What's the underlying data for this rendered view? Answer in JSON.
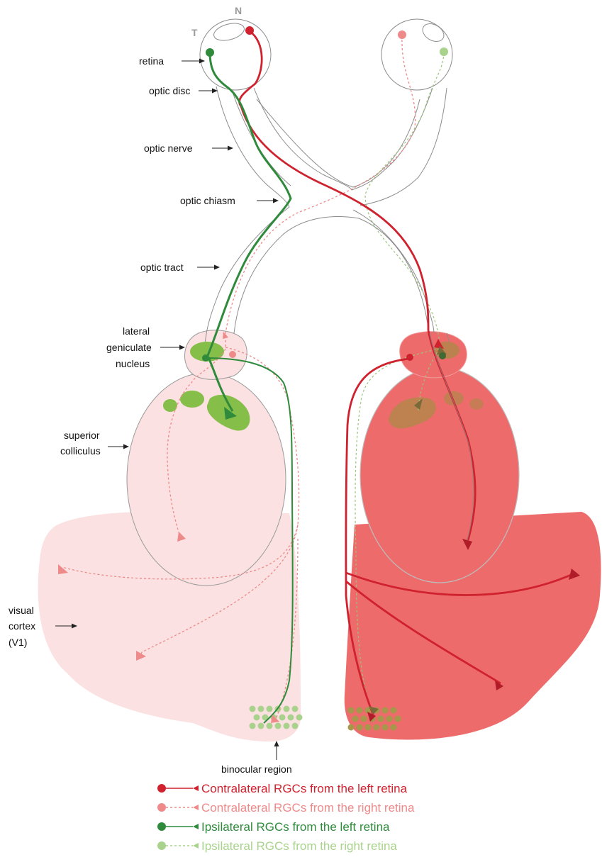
{
  "eye": {
    "nasal_label": "N",
    "temporal_label": "T"
  },
  "labels": {
    "retina": "retina",
    "optic_disc": "optic disc",
    "optic_nerve": "optic nerve",
    "optic_chiasm": "optic chiasm",
    "optic_tract": "optic tract",
    "lgn_line1": "lateral",
    "lgn_line2": "geniculate",
    "lgn_line3": "nucleus",
    "sc_line1": "superior",
    "sc_line2": "colliculus",
    "v1_line1": "visual",
    "v1_line2": "cortex",
    "v1_line3": "(V1)",
    "binocular": "binocular region"
  },
  "legend": [
    {
      "text": "Contralateral RGCs from the left retina",
      "color": "#d0222e",
      "style": "solid"
    },
    {
      "text": "Contralateral RGCs from the right retina",
      "color": "#ee8a8a",
      "style": "dashed"
    },
    {
      "text": "Ipsilateral RGCs from the left retina",
      "color": "#2f8a3c",
      "style": "solid"
    },
    {
      "text": "Ipsilateral RGCs from the right retina",
      "color": "#a9d38c",
      "style": "dashed"
    }
  ],
  "colors": {
    "contra_left": "#d0222e",
    "contra_right": "#ee8a8a",
    "ipsi_left": "#2f8a3c",
    "ipsi_right": "#a9d38c",
    "left_hemisphere_fill": "#fbe1e1",
    "right_hemisphere_fill": "#ee6b6b",
    "green_target": "#86be4a"
  }
}
